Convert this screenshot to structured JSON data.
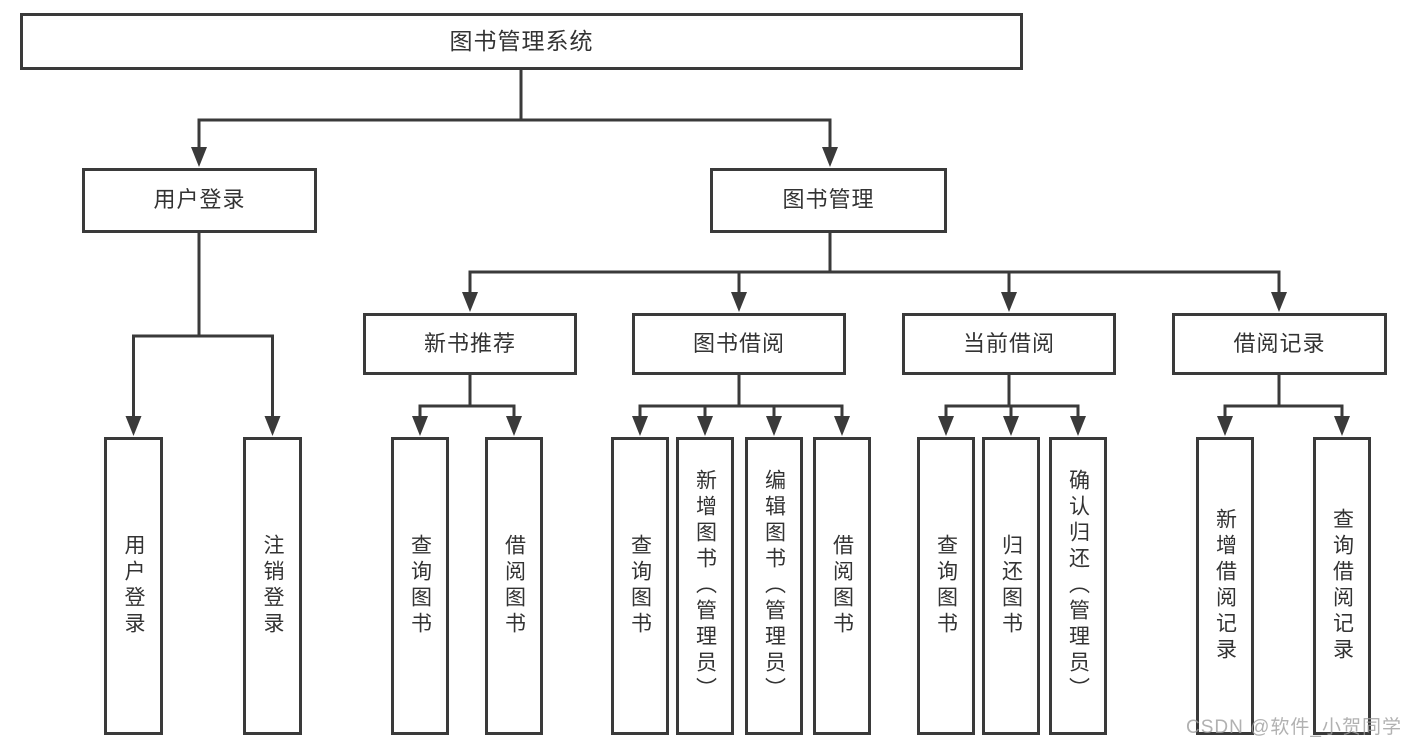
{
  "diagram": {
    "root": {
      "label": "图书管理系统"
    },
    "branches": [
      {
        "label": "用户登录",
        "children": [
          {
            "label": "用户登录"
          },
          {
            "label": "注销登录"
          }
        ]
      },
      {
        "label": "图书管理",
        "children": [
          {
            "label": "新书推荐",
            "children": [
              {
                "label": "查询图书"
              },
              {
                "label": "借阅图书"
              }
            ]
          },
          {
            "label": "图书借阅",
            "children": [
              {
                "label": "查询图书"
              },
              {
                "label": "新增图书（管理员）"
              },
              {
                "label": "编辑图书（管理员）"
              },
              {
                "label": "借阅图书"
              }
            ]
          },
          {
            "label": "当前借阅",
            "children": [
              {
                "label": "查询图书"
              },
              {
                "label": "归还图书"
              },
              {
                "label": "确认归还（管理员）"
              }
            ]
          },
          {
            "label": "借阅记录",
            "children": [
              {
                "label": "新增借阅记录"
              },
              {
                "label": "查询借阅记录"
              }
            ]
          }
        ]
      }
    ]
  },
  "watermark": "CSDN @软件_小贺同学",
  "colors": {
    "line": "#3a3a3a",
    "box_border": "#3a3a3a",
    "box_fill": "#ffffff",
    "text": "#333333",
    "watermark": "#9e9e9e"
  }
}
